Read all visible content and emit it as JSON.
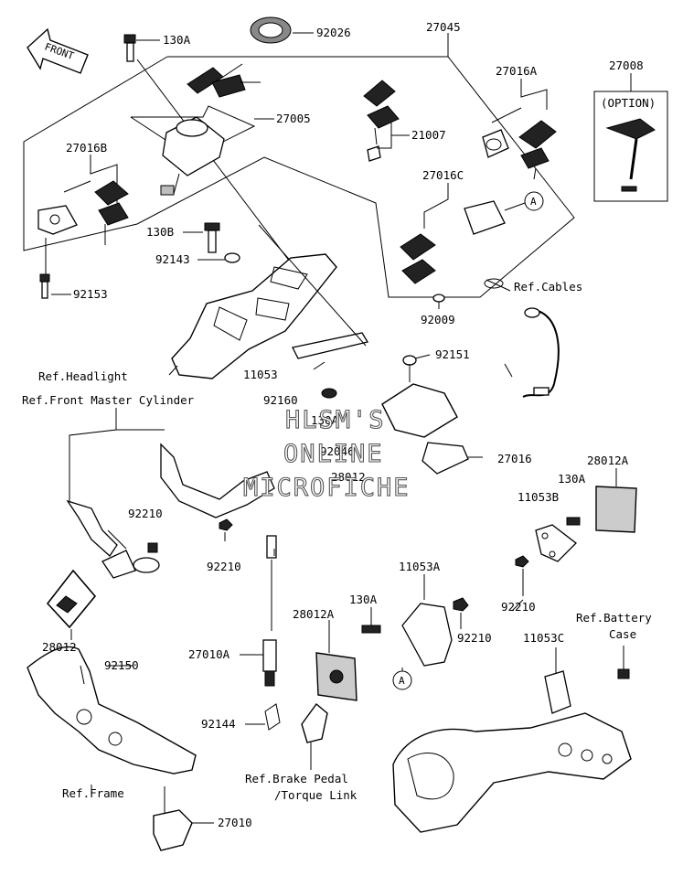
{
  "front_arrow_label": "FRONT",
  "option_label": "(OPTION)",
  "callouts": {
    "p130A_top": "130A",
    "p92026": "92026",
    "p27045": "27045",
    "p27005": "27005",
    "p27016A": "27016A",
    "p27008": "27008",
    "p21007": "21007",
    "p27016B": "27016B",
    "p27016C": "27016C",
    "p130B": "130B",
    "p92143": "92143",
    "p92153": "92153",
    "p92009": "92009",
    "ref_cables": "Ref.Cables",
    "p92151": "92151",
    "ref_headlight": "Ref.Headlight",
    "p11053": "11053",
    "ref_front_master": "Ref.Front Master Cylinder",
    "p92160": "92160",
    "p130A_mid": "130A",
    "p92046": "92046",
    "p27016": "27016",
    "p28012A_right": "28012A",
    "p28012_mid": "28012",
    "p130A_right": "130A",
    "p11053B": "11053B",
    "p92210_a": "92210",
    "p92210_b": "92210",
    "p92210_c": "92210",
    "p92210_d": "92210",
    "p11053A": "11053A",
    "p130A_low": "130A",
    "p28012A_low": "28012A",
    "p28012_left": "28012",
    "p92150": "92150",
    "p27010A": "27010A",
    "ref_battery_1": "Ref.Battery",
    "ref_battery_2": "Case",
    "p11053C": "11053C",
    "p92144": "92144",
    "ref_brake_1": "Ref.Brake Pedal",
    "ref_brake_2": "/Torque Link",
    "ref_frame": "Ref.Frame",
    "p27010": "27010",
    "circle_a_top": "A",
    "circle_a_low": "A"
  },
  "watermark": {
    "line1": "HLSM'S",
    "line2": "ONLINE",
    "line3": "MICROFICHE"
  }
}
